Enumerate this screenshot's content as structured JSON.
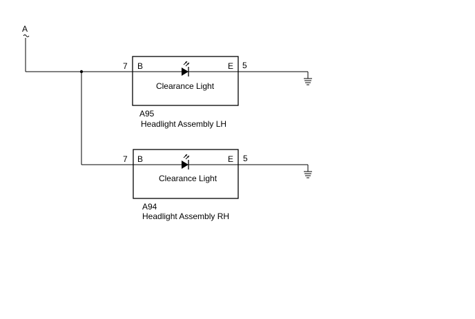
{
  "source": {
    "label": "A"
  },
  "components": [
    {
      "id": "lh",
      "connector": "A95",
      "assembly": "Headlight Assembly LH",
      "function": "Clearance Light",
      "pin_in": "7",
      "pin_out": "5",
      "terminal_in": "B",
      "terminal_out": "E"
    },
    {
      "id": "rh",
      "connector": "A94",
      "assembly": "Headlight Assembly RH",
      "function": "Clearance Light",
      "pin_in": "7",
      "pin_out": "5",
      "terminal_in": "B",
      "terminal_out": "E"
    }
  ]
}
